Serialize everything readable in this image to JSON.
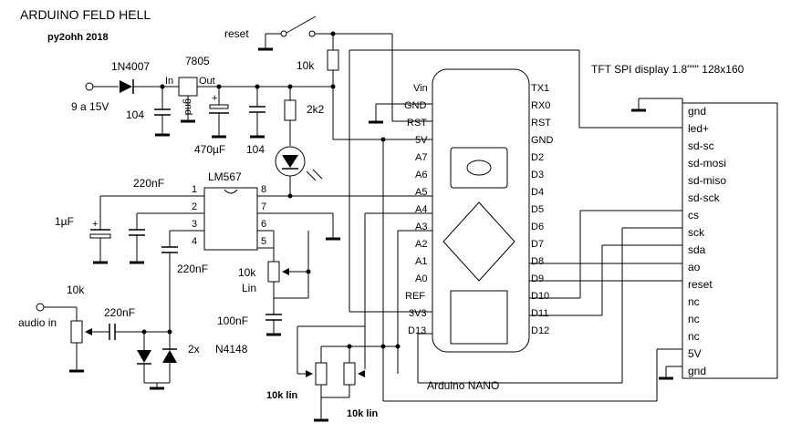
{
  "title": "ARDUINO FELD HELL",
  "author": "py2ohh 2018",
  "labels": {
    "diode": "1N4007",
    "regulator": "7805",
    "reg_in": "In",
    "reg_out": "Out",
    "reg_gnd": "gnd",
    "supply": "9 a 15V",
    "cap104_a": "104",
    "cap470": "470µF",
    "cap104_b": "104",
    "reset": "reset",
    "r10k_top": "10k",
    "r2k2": "2k2",
    "ic_name": "LM567",
    "c220_top": "220nF",
    "c1u": "1µF",
    "c220_mid": "220nF",
    "pot10k": "10k",
    "pot_lin": "Lin",
    "c100n": "100nF",
    "diodes": "2x",
    "diode_type": "N4148",
    "audio_in": "audio in",
    "audio_10k": "10k",
    "audio_220": "220nF",
    "pot_a": "10k lin",
    "pot_b": "10k lin",
    "nano": "Arduino  NANO",
    "tft_title": "TFT SPI display 1.8\"\"\"  128x160"
  },
  "lm567_pins": [
    "1",
    "2",
    "3",
    "4",
    "8",
    "7",
    "6",
    "5"
  ],
  "nano_left_pins": [
    "Vin",
    "GND",
    "RST",
    "5V",
    "A7",
    "A6",
    "A5",
    "A4",
    "A3",
    "A2",
    "A1",
    "A0",
    "REF",
    "3V3",
    "D13"
  ],
  "nano_right_pins": [
    "TX1",
    "RX0",
    "RST",
    "GND",
    "D2",
    "D3",
    "D4",
    "D5",
    "D6",
    "D7",
    "D8",
    "D9",
    "D10",
    "D11",
    "D12"
  ],
  "tft_pins": [
    "gnd",
    "led+",
    "sd-sc",
    "sd-mosi",
    "sd-miso",
    "sd-sck",
    "cs",
    "sck",
    "sda",
    "ao",
    "reset",
    "nc",
    "nc",
    "nc",
    "5V",
    "gnd"
  ]
}
